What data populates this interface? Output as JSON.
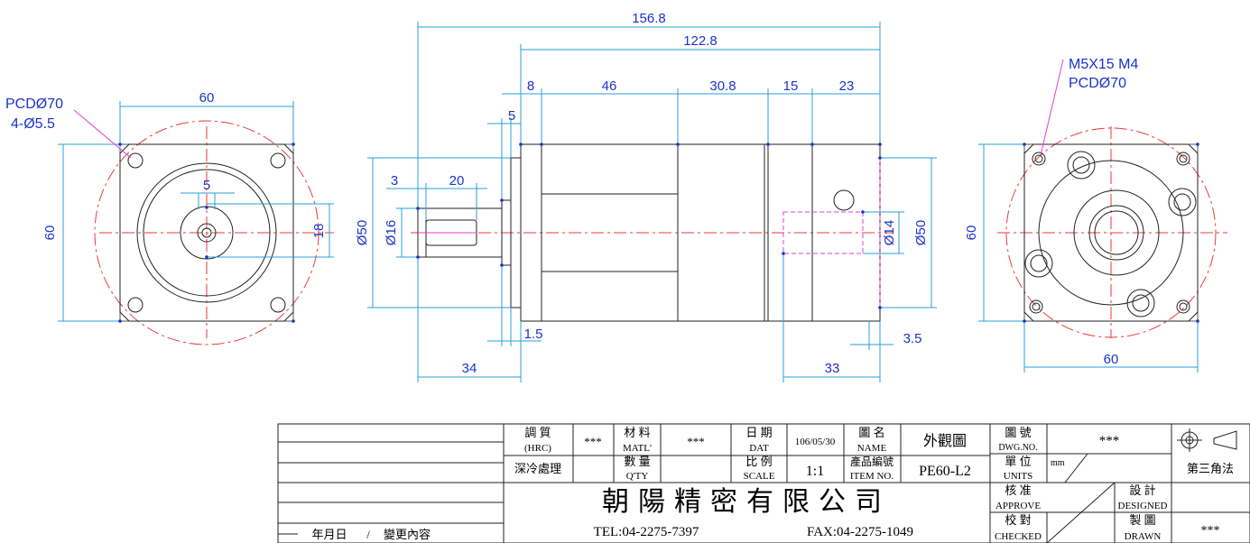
{
  "dims": {
    "left_width": "60",
    "left_height": "60",
    "left_key": "5",
    "left_18": "18",
    "left_callout_1": "PCDØ70",
    "left_callout_2": "4-Ø5.5",
    "total_length": "156.8",
    "body_length": "122.8",
    "seg_8": "8",
    "seg_46": "46",
    "seg_30_8": "30.8",
    "seg_15": "15",
    "seg_23": "23",
    "dim_5": "5",
    "dim_3": "3",
    "dim_20": "20",
    "dia_50_left": "Ø50",
    "dia_16": "Ø16",
    "dia_14": "Ø14",
    "dia_50_right": "Ø50",
    "dim_1_5": "1.5",
    "dim_34": "34",
    "dim_33": "33",
    "dim_3_5": "3.5",
    "right_height": "60",
    "right_width": "60",
    "right_callout_1": "M5X15 M4",
    "right_callout_2": "PCDØ70"
  },
  "title_block": {
    "hardness_label": "調  質",
    "hardness_sub": "(HRC)",
    "hardness_value": "***",
    "material_label": "材 料",
    "material_sub": "MATL'",
    "material_value": "***",
    "date_label": "日  期",
    "date_sub": "DAT",
    "date_value": "106/05/30",
    "name_label": "圖  名",
    "name_sub": "NAME",
    "name_value": "外觀圖",
    "dwg_label": "圖  號",
    "dwg_sub": "DWG.NO.",
    "dwg_value": "***",
    "treatment_label": "深冷處理",
    "qty_label": "數 量",
    "qty_sub": "Q'TY",
    "scale_label": "比  例",
    "scale_sub": "SCALE",
    "scale_value": "1:1",
    "item_label": "產品編號",
    "item_sub": "ITEM NO.",
    "item_value": "PE60-L2",
    "units_label": "單  位",
    "units_sub": "UNITS",
    "units_value": "mm",
    "projection_label": "第三角法",
    "company": "朝陽精密有限公司",
    "tel": "TEL:04-2275-7397",
    "fax": "FAX:04-2275-1049",
    "approve_label": "核  准",
    "approve_sub": "APPROVE",
    "checked_label": "校  對",
    "checked_sub": "CHECKED",
    "designed_label": "設  計",
    "designed_sub": "DESIGNED",
    "drawn_label": "製  圖",
    "drawn_sub": "DRAWN",
    "drawn_value": "***",
    "revision_date_label": "年月日",
    "revision_sep": "/",
    "revision_content_label": "變更內容"
  }
}
